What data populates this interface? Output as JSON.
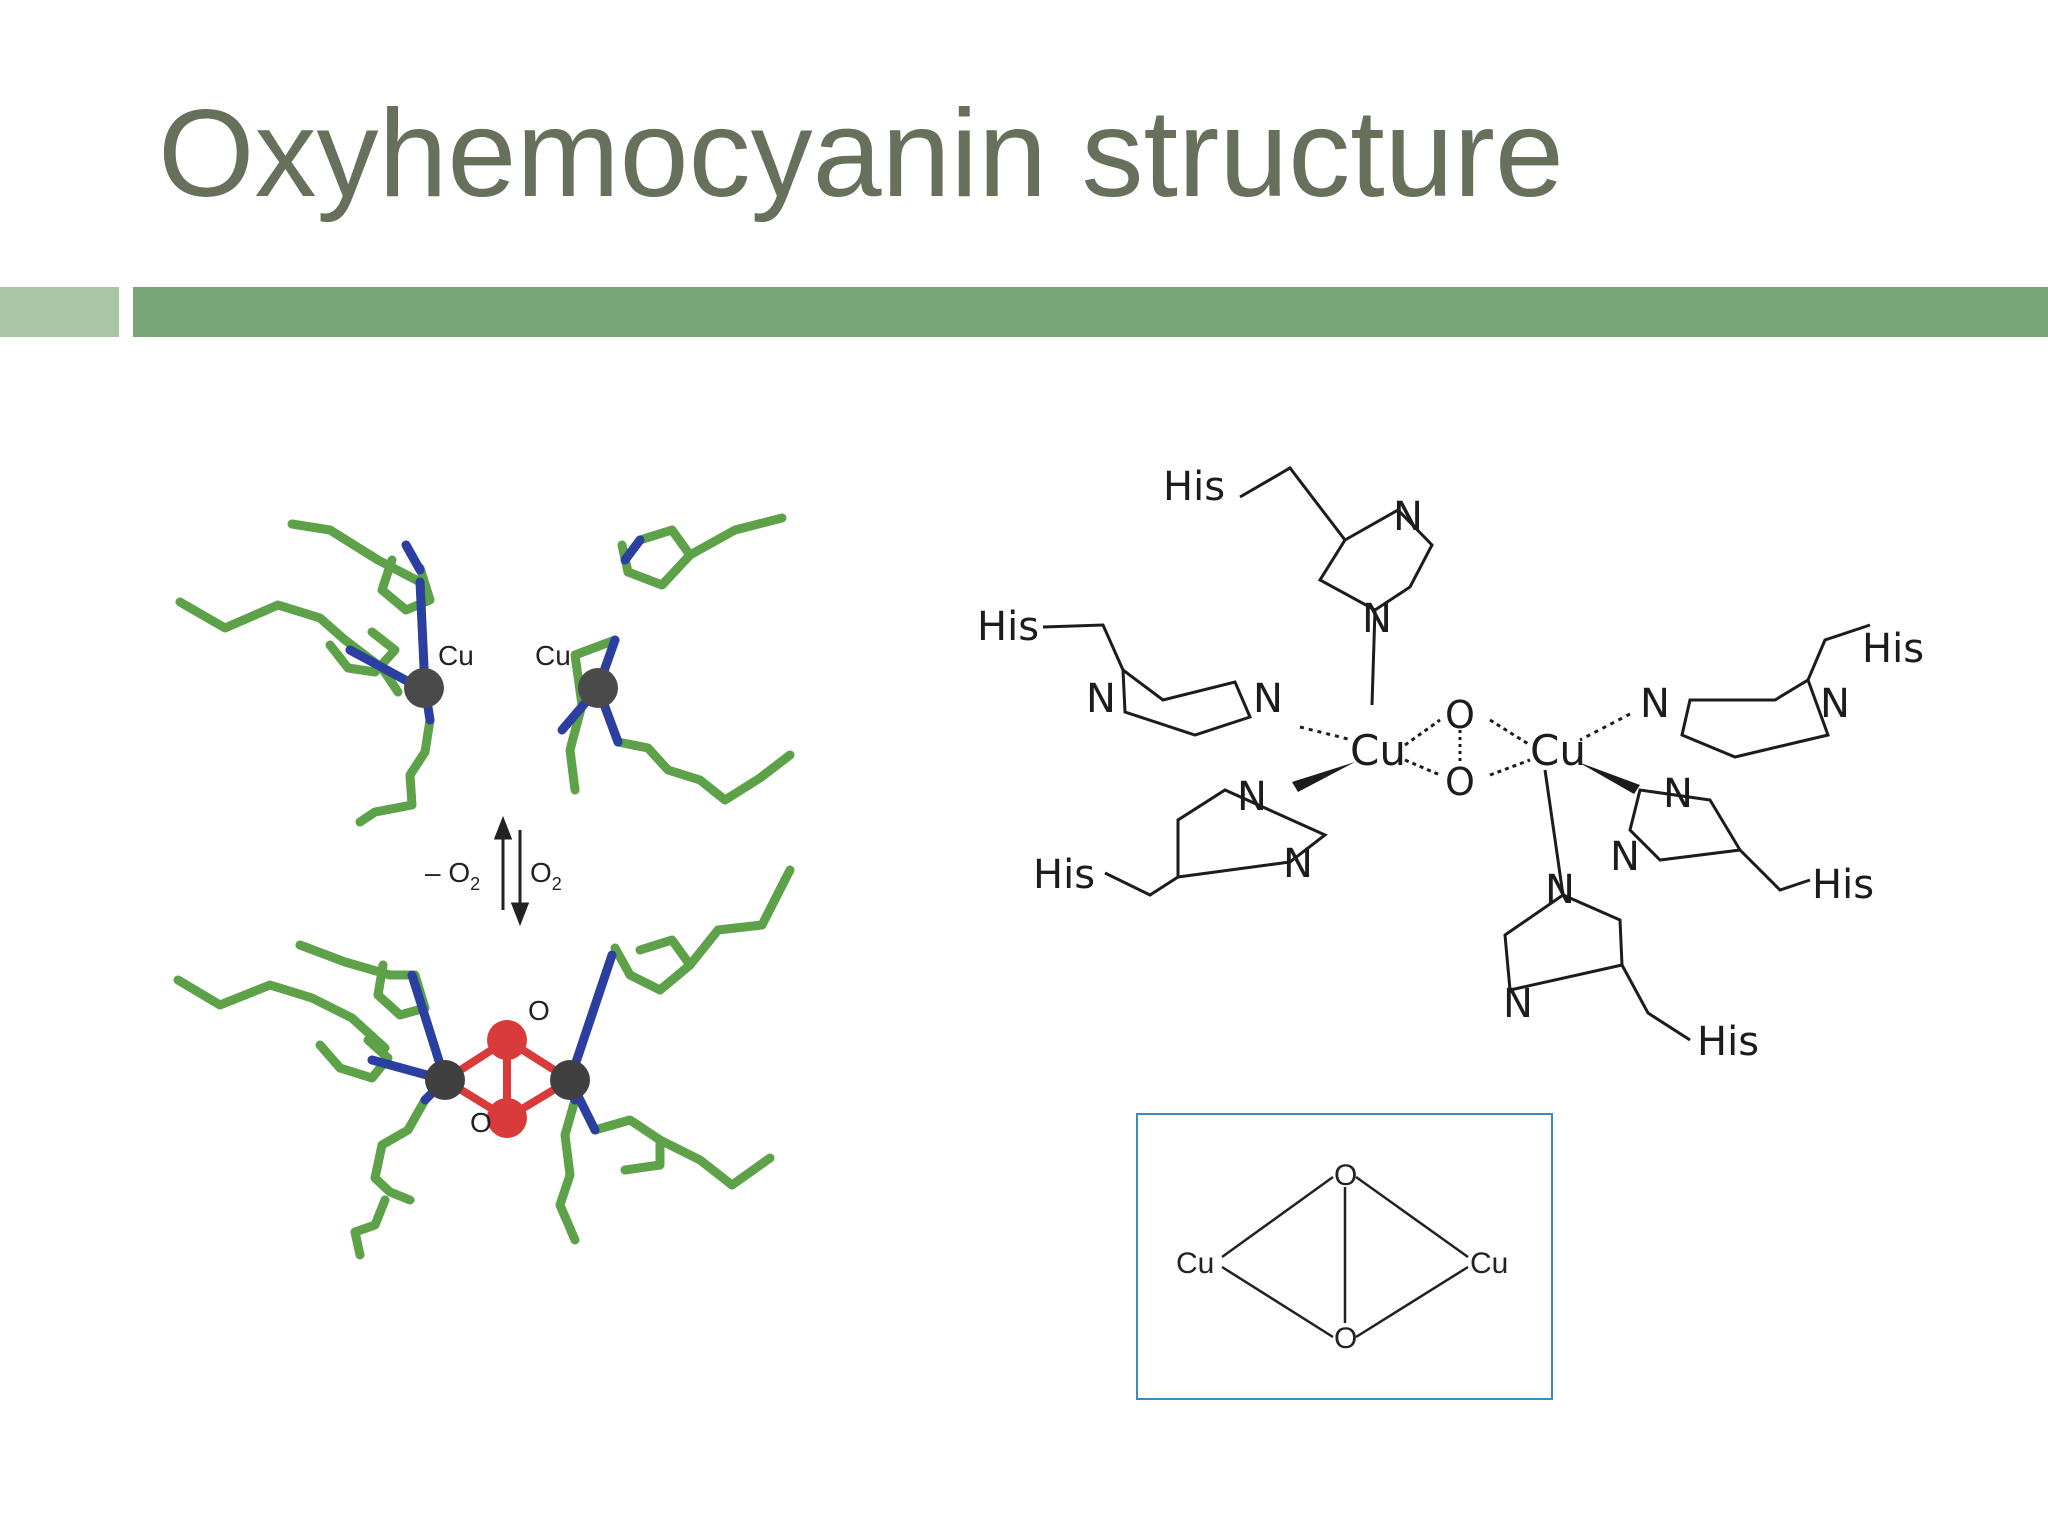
{
  "slide": {
    "title": "Oxyhemocyanin structure"
  },
  "protein_model": {
    "cu_left": "Cu",
    "cu_right": "Cu",
    "eq_left": "– O",
    "eq_left_sub": "2",
    "eq_right": "O",
    "eq_right_sub": "2",
    "o_top": "O",
    "o_bottom": "O",
    "colors": {
      "carbon": "#5da148",
      "nitrogen": "#2b3fa0",
      "copper": "#4a4a4a",
      "oxygen": "#d93a3a"
    }
  },
  "structural_formula": {
    "his": "His",
    "n": "N",
    "cu": "Cu",
    "o": "O"
  },
  "core_inset": {
    "cu_left": "Cu",
    "cu_right": "Cu",
    "o_top": "O",
    "o_bottom": "O",
    "border_color": "#3b8bbf"
  }
}
